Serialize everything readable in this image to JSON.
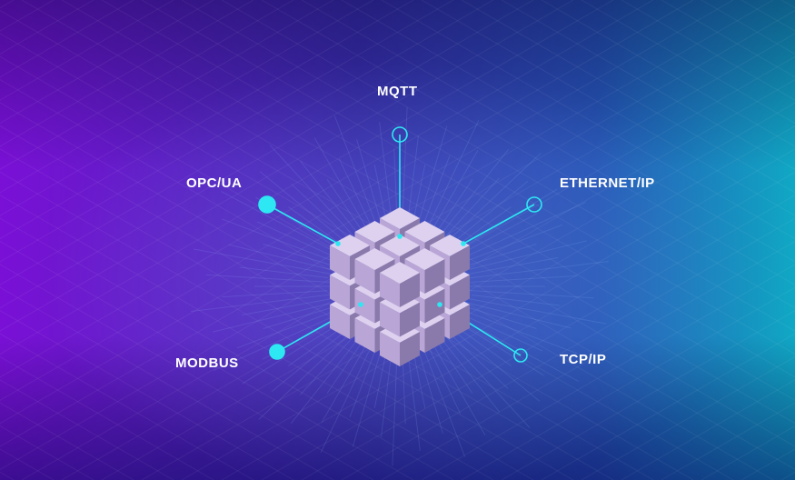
{
  "protocols": [
    {
      "id": "mqtt",
      "label": "MQTT"
    },
    {
      "id": "opcua",
      "label": "OPC/UA"
    },
    {
      "id": "ethernetip",
      "label": "ETHERNET/IP"
    },
    {
      "id": "modbus",
      "label": "MODBUS"
    },
    {
      "id": "tcpip",
      "label": "TCP/IP"
    }
  ],
  "colors": {
    "accent": "#2de8f2",
    "background_left": "#7a10d6",
    "background_mid": "#2a2f9c",
    "background_right": "#0fa6c2",
    "cube_top": "#ddd1ef",
    "cube_left": "#b9a6d6",
    "cube_right": "#8a7aac",
    "label": "#ffffff"
  },
  "icons": {
    "central": "isometric-block-cube-icon",
    "node": "connection-node-icon"
  }
}
